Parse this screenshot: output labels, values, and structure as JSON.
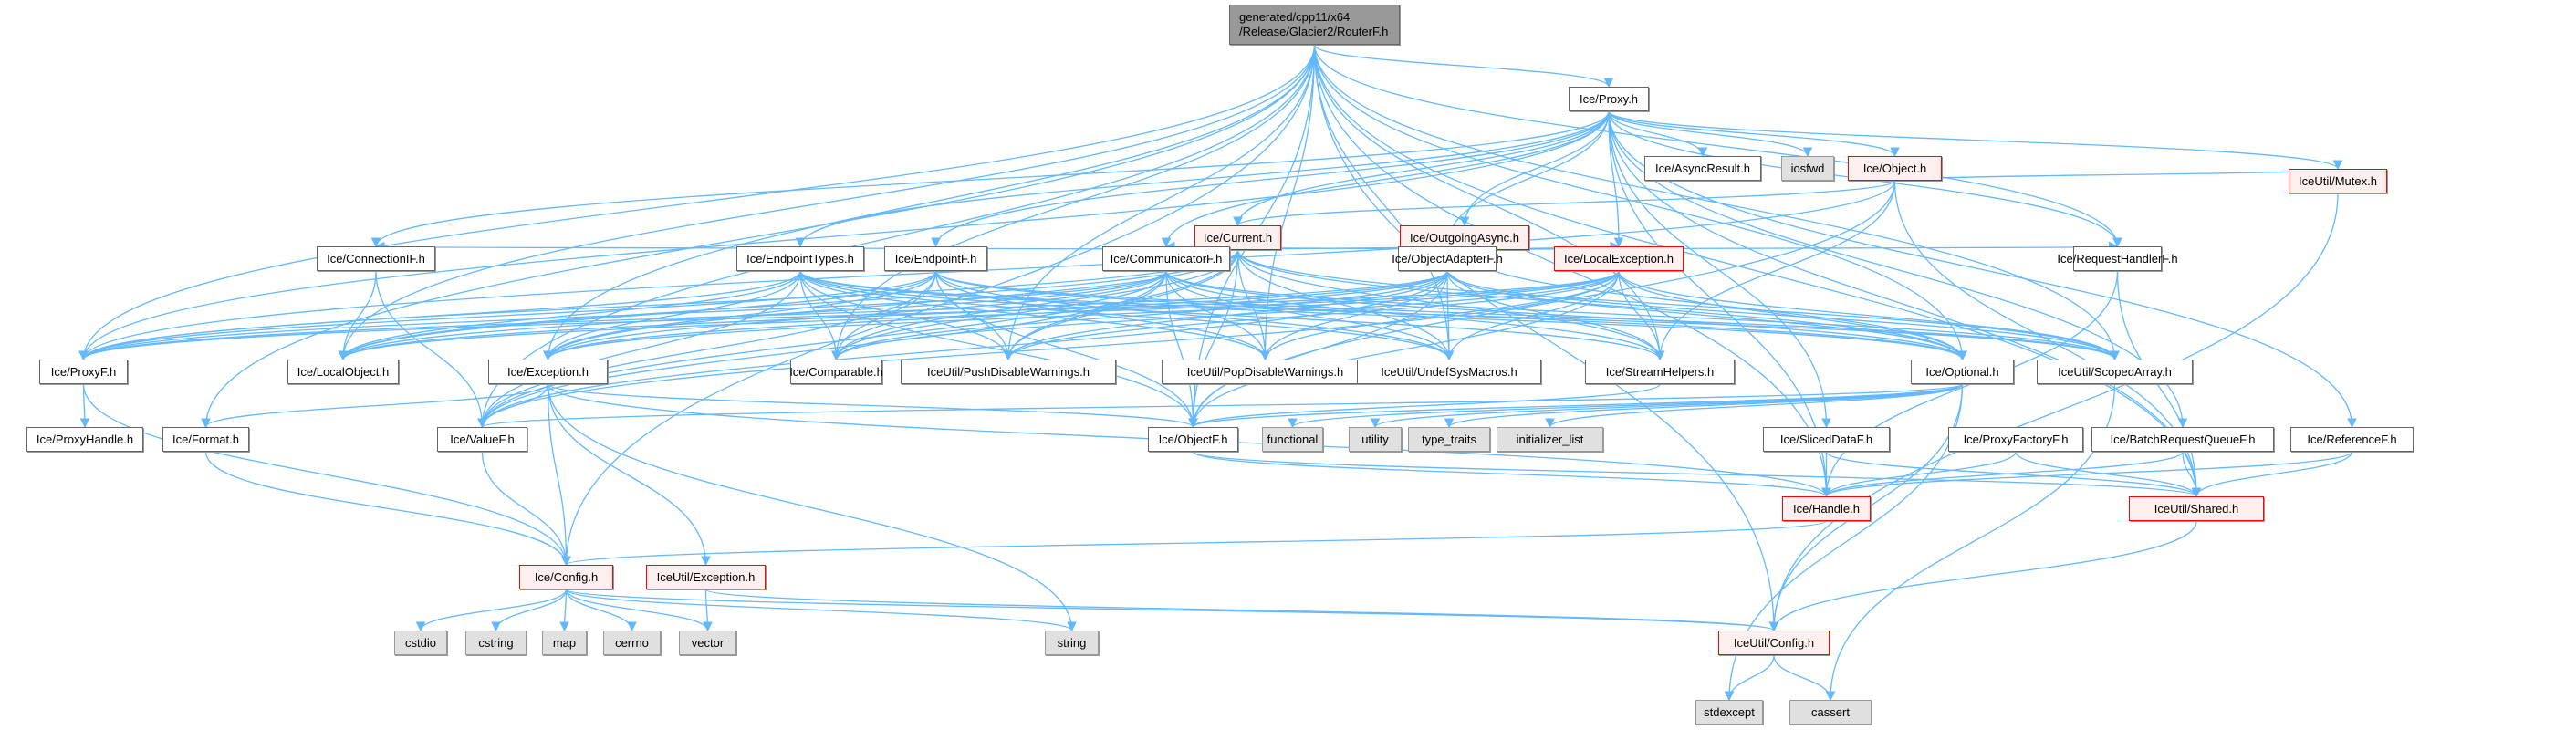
{
  "diagram": {
    "type": "include-dependency-graph",
    "root": {
      "id": "root",
      "line1": "generated/cpp11/x64",
      "line2": "/Release/Glacier2/RouterF.h"
    },
    "legend_colors": {
      "edge": "#63b8ff",
      "root_fill": "#999999",
      "normal_fill": "#ffffff",
      "normal_border": "#666666",
      "external_fill": "#e0e0e0",
      "truncated_fill": "#fff0f0",
      "truncated_border": "#ff0000"
    },
    "nodes": [
      {
        "id": "proxy",
        "label": "Ice/Proxy.h",
        "kind": "normal"
      },
      {
        "id": "asyncresult",
        "label": "Ice/AsyncResult.h",
        "kind": "normal"
      },
      {
        "id": "iosfwd",
        "label": "iosfwd",
        "kind": "external"
      },
      {
        "id": "object",
        "label": "Ice/Object.h",
        "kind": "truncated"
      },
      {
        "id": "mutex",
        "label": "IceUtil/Mutex.h",
        "kind": "truncated"
      },
      {
        "id": "current",
        "label": "Ice/Current.h",
        "kind": "truncated"
      },
      {
        "id": "outgoingasync",
        "label": "Ice/OutgoingAsync.h",
        "kind": "truncated"
      },
      {
        "id": "connectionif",
        "label": "Ice/ConnectionIF.h",
        "kind": "normal"
      },
      {
        "id": "endpointtypes",
        "label": "Ice/EndpointTypes.h",
        "kind": "normal"
      },
      {
        "id": "endpointf",
        "label": "Ice/EndpointF.h",
        "kind": "normal"
      },
      {
        "id": "communicatorf",
        "label": "Ice/CommunicatorF.h",
        "kind": "normal"
      },
      {
        "id": "objectadapterf",
        "label": "Ice/ObjectAdapterF.h",
        "kind": "normal"
      },
      {
        "id": "localexception",
        "label": "Ice/LocalException.h",
        "kind": "truncated"
      },
      {
        "id": "requesthandlerf",
        "label": "Ice/RequestHandlerF.h",
        "kind": "normal"
      },
      {
        "id": "proxyf",
        "label": "Ice/ProxyF.h",
        "kind": "normal"
      },
      {
        "id": "localobject",
        "label": "Ice/LocalObject.h",
        "kind": "normal"
      },
      {
        "id": "exception",
        "label": "Ice/Exception.h",
        "kind": "normal"
      },
      {
        "id": "comparable",
        "label": "Ice/Comparable.h",
        "kind": "normal"
      },
      {
        "id": "pushdisable",
        "label": "IceUtil/PushDisableWarnings.h",
        "kind": "normal"
      },
      {
        "id": "popdisable",
        "label": "IceUtil/PopDisableWarnings.h",
        "kind": "normal"
      },
      {
        "id": "undefsys",
        "label": "IceUtil/UndefSysMacros.h",
        "kind": "normal"
      },
      {
        "id": "streamhelpers",
        "label": "Ice/StreamHelpers.h",
        "kind": "normal"
      },
      {
        "id": "optional",
        "label": "Ice/Optional.h",
        "kind": "normal"
      },
      {
        "id": "scopedarray",
        "label": "IceUtil/ScopedArray.h",
        "kind": "normal"
      },
      {
        "id": "proxyhandle",
        "label": "Ice/ProxyHandle.h",
        "kind": "normal"
      },
      {
        "id": "format",
        "label": "Ice/Format.h",
        "kind": "normal"
      },
      {
        "id": "valuef",
        "label": "Ice/ValueF.h",
        "kind": "normal"
      },
      {
        "id": "objectf",
        "label": "Ice/ObjectF.h",
        "kind": "normal"
      },
      {
        "id": "functional",
        "label": "functional",
        "kind": "external"
      },
      {
        "id": "utility",
        "label": "utility",
        "kind": "external"
      },
      {
        "id": "type_traits",
        "label": "type_traits",
        "kind": "external"
      },
      {
        "id": "initializer_list",
        "label": "initializer_list",
        "kind": "external"
      },
      {
        "id": "sliceddataf",
        "label": "Ice/SlicedDataF.h",
        "kind": "normal"
      },
      {
        "id": "proxyfactoryf",
        "label": "Ice/ProxyFactoryF.h",
        "kind": "normal"
      },
      {
        "id": "batchrequestqueuef",
        "label": "Ice/BatchRequestQueueF.h",
        "kind": "normal"
      },
      {
        "id": "referencef",
        "label": "Ice/ReferenceF.h",
        "kind": "normal"
      },
      {
        "id": "handle",
        "label": "Ice/Handle.h",
        "kind": "truncated"
      },
      {
        "id": "shared",
        "label": "IceUtil/Shared.h",
        "kind": "truncated"
      },
      {
        "id": "config",
        "label": "Ice/Config.h",
        "kind": "truncated"
      },
      {
        "id": "utilexception",
        "label": "IceUtil/Exception.h",
        "kind": "truncated"
      },
      {
        "id": "cstdio",
        "label": "cstdio",
        "kind": "external"
      },
      {
        "id": "cstring",
        "label": "cstring",
        "kind": "external"
      },
      {
        "id": "map",
        "label": "map",
        "kind": "external"
      },
      {
        "id": "cerrno",
        "label": "cerrno",
        "kind": "external"
      },
      {
        "id": "vector",
        "label": "vector",
        "kind": "external"
      },
      {
        "id": "string",
        "label": "string",
        "kind": "external"
      },
      {
        "id": "utilconfig",
        "label": "IceUtil/Config.h",
        "kind": "truncated"
      },
      {
        "id": "stdexcept",
        "label": "stdexcept",
        "kind": "external"
      },
      {
        "id": "cassert",
        "label": "cassert",
        "kind": "external"
      }
    ],
    "edges": [
      [
        "root",
        "proxy"
      ],
      [
        "root",
        "proxyf"
      ],
      [
        "root",
        "localobject"
      ],
      [
        "root",
        "exception"
      ],
      [
        "root",
        "comparable"
      ],
      [
        "root",
        "pushdisable"
      ],
      [
        "root",
        "popdisable"
      ],
      [
        "root",
        "undefsys"
      ],
      [
        "root",
        "streamhelpers"
      ],
      [
        "root",
        "optional"
      ],
      [
        "root",
        "scopedarray"
      ],
      [
        "root",
        "format"
      ],
      [
        "root",
        "valuef"
      ],
      [
        "root",
        "objectf"
      ],
      [
        "root",
        "handle"
      ],
      [
        "root",
        "shared"
      ],
      [
        "root",
        "config"
      ],
      [
        "root",
        "utilconfig"
      ],
      [
        "root",
        "requesthandlerf"
      ],
      [
        "proxy",
        "asyncresult"
      ],
      [
        "proxy",
        "iosfwd"
      ],
      [
        "proxy",
        "object"
      ],
      [
        "proxy",
        "mutex"
      ],
      [
        "proxy",
        "current"
      ],
      [
        "proxy",
        "outgoingasync"
      ],
      [
        "proxy",
        "connectionif"
      ],
      [
        "proxy",
        "endpointtypes"
      ],
      [
        "proxy",
        "endpointf"
      ],
      [
        "proxy",
        "communicatorf"
      ],
      [
        "proxy",
        "objectadapterf"
      ],
      [
        "proxy",
        "localexception"
      ],
      [
        "proxy",
        "requesthandlerf"
      ],
      [
        "proxy",
        "proxyf"
      ],
      [
        "proxy",
        "referencef"
      ],
      [
        "proxy",
        "batchrequestqueuef"
      ],
      [
        "proxy",
        "sliceddataf"
      ],
      [
        "proxy",
        "shared"
      ],
      [
        "proxy",
        "handle"
      ],
      [
        "object",
        "current"
      ],
      [
        "object",
        "mutex"
      ],
      [
        "object",
        "proxyf"
      ],
      [
        "object",
        "objectf"
      ],
      [
        "object",
        "shared"
      ],
      [
        "object",
        "streamhelpers"
      ],
      [
        "current",
        "connectionif"
      ],
      [
        "current",
        "proxyf"
      ],
      [
        "current",
        "localobject"
      ],
      [
        "current",
        "exception"
      ],
      [
        "current",
        "comparable"
      ],
      [
        "current",
        "pushdisable"
      ],
      [
        "current",
        "popdisable"
      ],
      [
        "current",
        "undefsys"
      ],
      [
        "current",
        "streamhelpers"
      ],
      [
        "current",
        "optional"
      ],
      [
        "current",
        "scopedarray"
      ],
      [
        "current",
        "objectadapterf"
      ],
      [
        "current",
        "valuef"
      ],
      [
        "current",
        "objectf"
      ],
      [
        "outgoingasync",
        "communicatorf"
      ],
      [
        "outgoingasync",
        "objectadapterf"
      ],
      [
        "outgoingasync",
        "localexception"
      ],
      [
        "outgoingasync",
        "requesthandlerf"
      ],
      [
        "outgoingasync",
        "optional"
      ],
      [
        "connectionif",
        "localobject"
      ],
      [
        "connectionif",
        "valuef"
      ],
      [
        "endpointtypes",
        "proxyf"
      ],
      [
        "endpointtypes",
        "localobject"
      ],
      [
        "endpointtypes",
        "exception"
      ],
      [
        "endpointtypes",
        "comparable"
      ],
      [
        "endpointtypes",
        "pushdisable"
      ],
      [
        "endpointtypes",
        "popdisable"
      ],
      [
        "endpointtypes",
        "undefsys"
      ],
      [
        "endpointtypes",
        "streamhelpers"
      ],
      [
        "endpointtypes",
        "optional"
      ],
      [
        "endpointtypes",
        "scopedarray"
      ],
      [
        "endpointtypes",
        "valuef"
      ],
      [
        "endpointtypes",
        "objectf"
      ],
      [
        "endpointf",
        "proxyf"
      ],
      [
        "endpointf",
        "localobject"
      ],
      [
        "endpointf",
        "exception"
      ],
      [
        "endpointf",
        "comparable"
      ],
      [
        "endpointf",
        "pushdisable"
      ],
      [
        "endpointf",
        "popdisable"
      ],
      [
        "endpointf",
        "undefsys"
      ],
      [
        "endpointf",
        "optional"
      ],
      [
        "endpointf",
        "scopedarray"
      ],
      [
        "endpointf",
        "valuef"
      ],
      [
        "endpointf",
        "objectf"
      ],
      [
        "communicatorf",
        "proxyf"
      ],
      [
        "communicatorf",
        "localobject"
      ],
      [
        "communicatorf",
        "exception"
      ],
      [
        "communicatorf",
        "comparable"
      ],
      [
        "communicatorf",
        "pushdisable"
      ],
      [
        "communicatorf",
        "popdisable"
      ],
      [
        "communicatorf",
        "undefsys"
      ],
      [
        "communicatorf",
        "streamhelpers"
      ],
      [
        "communicatorf",
        "optional"
      ],
      [
        "communicatorf",
        "scopedarray"
      ],
      [
        "communicatorf",
        "valuef"
      ],
      [
        "communicatorf",
        "objectf"
      ],
      [
        "objectadapterf",
        "proxyf"
      ],
      [
        "objectadapterf",
        "localobject"
      ],
      [
        "objectadapterf",
        "exception"
      ],
      [
        "objectadapterf",
        "comparable"
      ],
      [
        "objectadapterf",
        "pushdisable"
      ],
      [
        "objectadapterf",
        "popdisable"
      ],
      [
        "objectadapterf",
        "undefsys"
      ],
      [
        "objectadapterf",
        "streamhelpers"
      ],
      [
        "objectadapterf",
        "optional"
      ],
      [
        "objectadapterf",
        "scopedarray"
      ],
      [
        "objectadapterf",
        "valuef"
      ],
      [
        "objectadapterf",
        "objectf"
      ],
      [
        "localexception",
        "proxyf"
      ],
      [
        "localexception",
        "localobject"
      ],
      [
        "localexception",
        "exception"
      ],
      [
        "localexception",
        "comparable"
      ],
      [
        "localexception",
        "pushdisable"
      ],
      [
        "localexception",
        "popdisable"
      ],
      [
        "localexception",
        "undefsys"
      ],
      [
        "localexception",
        "streamhelpers"
      ],
      [
        "localexception",
        "optional"
      ],
      [
        "localexception",
        "scopedarray"
      ],
      [
        "localexception",
        "valuef"
      ],
      [
        "localexception",
        "objectf"
      ],
      [
        "requesthandlerf",
        "shared"
      ],
      [
        "requesthandlerf",
        "handle"
      ],
      [
        "proxyf",
        "proxyhandle"
      ],
      [
        "proxyf",
        "config"
      ],
      [
        "exception",
        "valuef"
      ],
      [
        "exception",
        "config"
      ],
      [
        "exception",
        "utilexception"
      ],
      [
        "exception",
        "format"
      ],
      [
        "exception",
        "objectf"
      ],
      [
        "exception",
        "handle"
      ],
      [
        "exception",
        "string"
      ],
      [
        "valuef",
        "config"
      ],
      [
        "objectf",
        "handle"
      ],
      [
        "objectf",
        "shared"
      ],
      [
        "optional",
        "functional"
      ],
      [
        "optional",
        "utility"
      ],
      [
        "optional",
        "type_traits"
      ],
      [
        "optional",
        "initializer_list"
      ],
      [
        "optional",
        "objectf"
      ],
      [
        "optional",
        "utilconfig"
      ],
      [
        "optional",
        "stdexcept"
      ],
      [
        "optional",
        "valuef"
      ],
      [
        "streamhelpers",
        "objectf"
      ],
      [
        "scopedarray",
        "cassert"
      ],
      [
        "sliceddataf",
        "handle"
      ],
      [
        "sliceddataf",
        "shared"
      ],
      [
        "proxyfactoryf",
        "handle"
      ],
      [
        "proxyfactoryf",
        "shared"
      ],
      [
        "batchrequestqueuef",
        "handle"
      ],
      [
        "batchrequestqueuef",
        "shared"
      ],
      [
        "referencef",
        "handle"
      ],
      [
        "referencef",
        "shared"
      ],
      [
        "mutex",
        "utilconfig"
      ],
      [
        "handle",
        "config"
      ],
      [
        "shared",
        "utilconfig"
      ],
      [
        "config",
        "cstdio"
      ],
      [
        "config",
        "cstring"
      ],
      [
        "config",
        "map"
      ],
      [
        "config",
        "cerrno"
      ],
      [
        "config",
        "vector"
      ],
      [
        "config",
        "string"
      ],
      [
        "config",
        "utilconfig"
      ],
      [
        "utilexception",
        "vector"
      ],
      [
        "utilexception",
        "utilconfig"
      ],
      [
        "utilconfig",
        "stdexcept"
      ],
      [
        "utilconfig",
        "cassert"
      ],
      [
        "format",
        "config"
      ]
    ]
  }
}
